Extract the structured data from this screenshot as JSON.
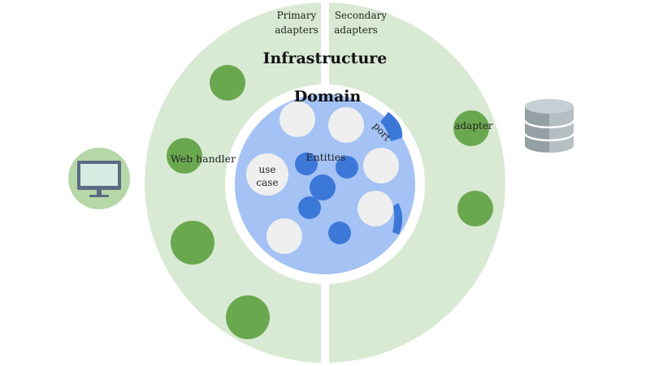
{
  "diagram": {
    "layers": {
      "infrastructure": "Infrastructure",
      "domain": "Domain"
    },
    "labels": {
      "primary_line1": "Primary",
      "primary_line2": "adapters",
      "secondary_line1": "Secondary",
      "secondary_line2": "adapters",
      "web_handler": "Web handler",
      "adapter": "adapter",
      "port": "port",
      "entities": "Entities",
      "use_case_line1": "use",
      "use_case_line2": "case"
    },
    "icons": {
      "client": "monitor-icon",
      "storage": "database-icon"
    },
    "colors": {
      "infrastructure_ring": "#d9ead4",
      "adapter_green": "#6aa84f",
      "domain_blue": "#a4c2f4",
      "entity_blue": "#3c78d8",
      "use_case_white": "#efefef",
      "divider": "#ffffff"
    }
  }
}
